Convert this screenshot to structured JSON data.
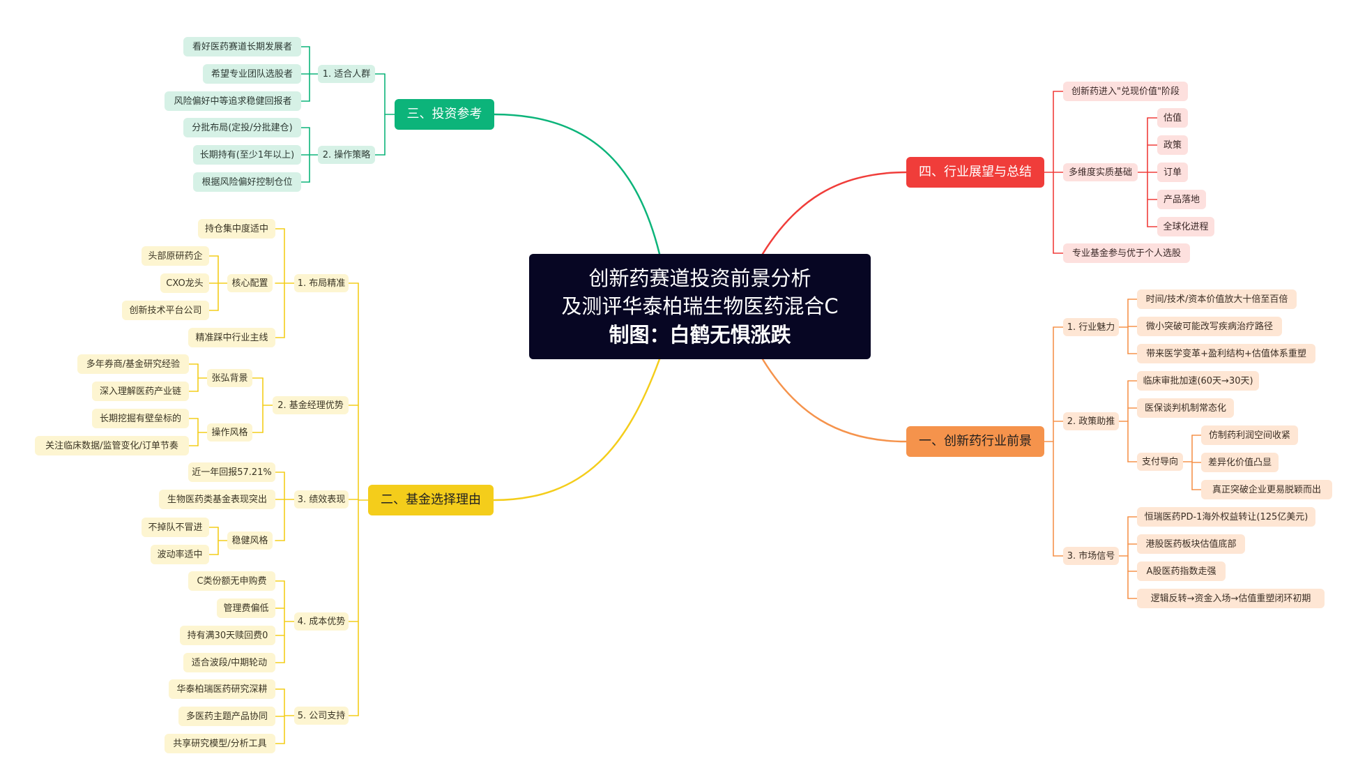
{
  "root": {
    "line1": "创新药赛道投资前景分析",
    "line2": "及测评华泰柏瑞生物医药混合C",
    "line3": "制图：白鹤无惧涨跌"
  },
  "colors": {
    "green": "#0cb47a",
    "yellow": "#f4cd1b",
    "red": "#f03d3a",
    "orange": "#f5934c",
    "root": "#070623"
  },
  "branches": {
    "three": {
      "title": "三、投资参考",
      "groups": [
        {
          "label": "1. 适合人群",
          "items": [
            "看好医药赛道长期发展者",
            "希望专业团队选股者",
            "风险偏好中等追求稳健回报者"
          ]
        },
        {
          "label": "2. 操作策略",
          "items": [
            "分批布局(定投/分批建仓)",
            "长期持有(至少1年以上)",
            "根据风险偏好控制仓位"
          ]
        }
      ]
    },
    "two": {
      "title": "二、基金选择理由",
      "groups": [
        {
          "label": "1. 布局精准",
          "first": "持仓集中度适中",
          "sub": {
            "label": "核心配置",
            "items": [
              "头部原研药企",
              "CXO龙头",
              "创新技术平台公司"
            ]
          },
          "last": "精准踩中行业主线"
        },
        {
          "label": "2. 基金经理优势",
          "subs": [
            {
              "label": "张弘背景",
              "items": [
                "多年券商/基金研究经验",
                "深入理解医药产业链"
              ]
            },
            {
              "label": "操作风格",
              "items": [
                "长期挖掘有壁垒标的",
                "关注临床数据/监管变化/订单节奏"
              ]
            }
          ]
        },
        {
          "label": "3. 绩效表现",
          "items": [
            "近一年回报57.21%",
            "生物医药类基金表现突出"
          ],
          "sub": {
            "label": "稳健风格",
            "items": [
              "不掉队不冒进",
              "波动率适中"
            ]
          }
        },
        {
          "label": "4. 成本优势",
          "items": [
            "C类份额无申购费",
            "管理费偏低",
            "持有满30天赎回费0",
            "适合波段/中期轮动"
          ]
        },
        {
          "label": "5. 公司支持",
          "items": [
            "华泰柏瑞医药研究深耕",
            "多医药主题产品协同",
            "共享研究模型/分析工具"
          ]
        }
      ]
    },
    "four": {
      "title": "四、行业展望与总结",
      "first": "创新药进入\"兑现价值\"阶段",
      "sub": {
        "label": "多维度实质基础",
        "items": [
          "估值",
          "政策",
          "订单",
          "产品落地",
          "全球化进程"
        ]
      },
      "last": "专业基金参与优于个人选股"
    },
    "one": {
      "title": "一、创新药行业前景",
      "groups": [
        {
          "label": "1. 行业魅力",
          "items": [
            "时间/技术/资本价值放大十倍至百倍",
            "微小突破可能改写疾病治疗路径",
            "带来医学变革+盈利结构+估值体系重塑"
          ]
        },
        {
          "label": "2. 政策助推",
          "items": [
            "临床审批加速(60天→30天)",
            "医保谈判机制常态化"
          ],
          "sub": {
            "label": "支付导向",
            "items": [
              "仿制药利润空间收紧",
              "差异化价值凸显",
              "真正突破企业更易脱颖而出"
            ]
          }
        },
        {
          "label": "3. 市场信号",
          "items": [
            "恒瑞医药PD-1海外权益转让(125亿美元)",
            "港股医药板块估值底部",
            "A股医药指数走强",
            "逻辑反转→资金入场→估值重塑闭环初期"
          ]
        }
      ]
    }
  }
}
